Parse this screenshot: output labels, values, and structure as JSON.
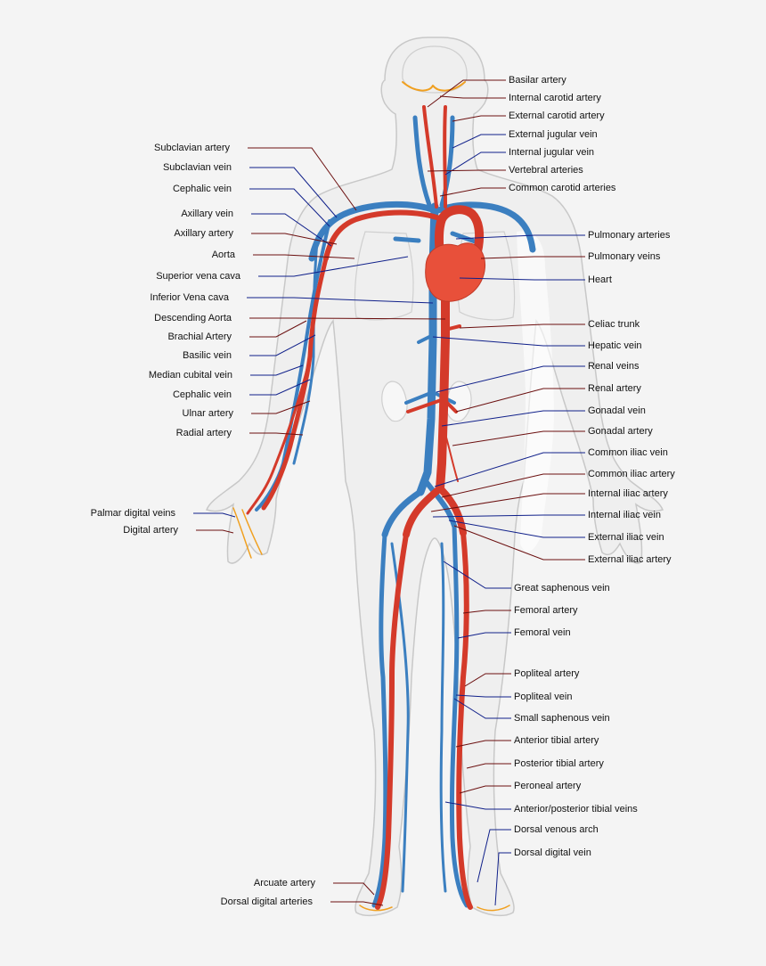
{
  "colors": {
    "background": "#f4f4f4",
    "body_fill": "#efefef",
    "body_outline": "#c8c8c8",
    "artery": "#d43a2a",
    "artery_dark": "#b5281c",
    "vein": "#3b7fc0",
    "vein_dark": "#2a5e98",
    "heart": "#e8503a",
    "small_vessel": "#f0a020",
    "artery_leader": "#6b0f0f",
    "vein_leader": "#10208a"
  },
  "labels": {
    "right": [
      {
        "text": "Basilar artery",
        "kind": "artery"
      },
      {
        "text": "Internal carotid artery",
        "kind": "artery"
      },
      {
        "text": "External carotid artery",
        "kind": "artery"
      },
      {
        "text": "External jugular vein",
        "kind": "vein"
      },
      {
        "text": "Internal jugular vein",
        "kind": "vein"
      },
      {
        "text": "Vertebral arteries",
        "kind": "artery"
      },
      {
        "text": "Common carotid arteries",
        "kind": "artery"
      },
      {
        "text": "Pulmonary arteries",
        "kind": "vein"
      },
      {
        "text": "Pulmonary veins",
        "kind": "artery"
      },
      {
        "text": "Heart",
        "kind": "vein"
      },
      {
        "text": "Celiac trunk",
        "kind": "artery"
      },
      {
        "text": "Hepatic vein",
        "kind": "vein"
      },
      {
        "text": "Renal veins",
        "kind": "vein"
      },
      {
        "text": "Renal artery",
        "kind": "artery"
      },
      {
        "text": "Gonadal vein",
        "kind": "vein"
      },
      {
        "text": "Gonadal artery",
        "kind": "artery"
      },
      {
        "text": "Common iliac vein",
        "kind": "vein"
      },
      {
        "text": "Common iliac artery",
        "kind": "artery"
      },
      {
        "text": "Internal iliac artery",
        "kind": "artery"
      },
      {
        "text": "Internal iliac vein",
        "kind": "vein"
      },
      {
        "text": "External iliac vein",
        "kind": "vein"
      },
      {
        "text": "External iliac artery",
        "kind": "artery"
      },
      {
        "text": "Great saphenous vein",
        "kind": "vein"
      },
      {
        "text": "Femoral artery",
        "kind": "artery"
      },
      {
        "text": "Femoral vein",
        "kind": "vein"
      },
      {
        "text": "Popliteal artery",
        "kind": "artery"
      },
      {
        "text": "Popliteal vein",
        "kind": "vein"
      },
      {
        "text": "Small saphenous vein",
        "kind": "vein"
      },
      {
        "text": "Anterior tibial artery",
        "kind": "artery"
      },
      {
        "text": "Posterior tibial artery",
        "kind": "artery"
      },
      {
        "text": "Peroneal artery",
        "kind": "artery"
      },
      {
        "text": "Anterior/posterior tibial veins",
        "kind": "vein"
      },
      {
        "text": "Dorsal venous arch",
        "kind": "vein"
      },
      {
        "text": "Dorsal digital vein",
        "kind": "vein"
      }
    ],
    "left": [
      {
        "text": "Subclavian artery",
        "kind": "artery"
      },
      {
        "text": "Subclavian vein",
        "kind": "vein"
      },
      {
        "text": "Cephalic vein",
        "kind": "vein"
      },
      {
        "text": "Axillary vein",
        "kind": "vein"
      },
      {
        "text": "Axillary artery",
        "kind": "artery"
      },
      {
        "text": "Aorta",
        "kind": "artery"
      },
      {
        "text": "Superior vena cava",
        "kind": "vein"
      },
      {
        "text": "Inferior Vena cava",
        "kind": "vein"
      },
      {
        "text": "Descending Aorta",
        "kind": "artery"
      },
      {
        "text": "Brachial Artery",
        "kind": "artery"
      },
      {
        "text": "Basilic vein",
        "kind": "vein"
      },
      {
        "text": "Median cubital vein",
        "kind": "vein"
      },
      {
        "text": "Cephalic vein",
        "kind": "vein"
      },
      {
        "text": "Ulnar artery",
        "kind": "artery"
      },
      {
        "text": "Radial artery",
        "kind": "artery"
      },
      {
        "text": "Palmar digital veins",
        "kind": "vein"
      },
      {
        "text": "Digital artery",
        "kind": "artery"
      },
      {
        "text": "Arcuate artery",
        "kind": "artery"
      },
      {
        "text": "Dorsal digital arteries",
        "kind": "artery"
      }
    ]
  }
}
